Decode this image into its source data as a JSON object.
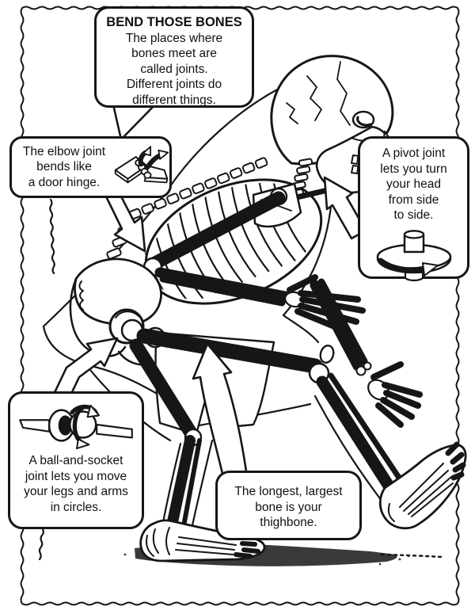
{
  "page": {
    "paper_color": "#ffffff",
    "ink_color": "#161616",
    "illustration": "walking-human-skeleton-side-view-coloring-page"
  },
  "callouts": {
    "title": {
      "heading": "BEND THOSE BONES",
      "lines": [
        "The places where",
        "bones meet are",
        "called joints.",
        "Different joints do",
        "different things."
      ]
    },
    "elbow": {
      "lines": [
        "The elbow joint",
        "bends like",
        "a door hinge."
      ],
      "icon": "hinge-joint-icon"
    },
    "pivot": {
      "lines": [
        "A pivot joint",
        "lets you turn",
        "your head",
        "from side",
        "to side."
      ],
      "icon": "pivot-joint-icon"
    },
    "ball_socket": {
      "lines": [
        "A ball-and-socket",
        "joint lets you move",
        "your legs and arms",
        "in circles."
      ],
      "icon": "ball-and-socket-joint-icon"
    },
    "thighbone": {
      "lines": [
        "The longest, largest",
        "bone is your",
        "thighbone."
      ]
    }
  }
}
